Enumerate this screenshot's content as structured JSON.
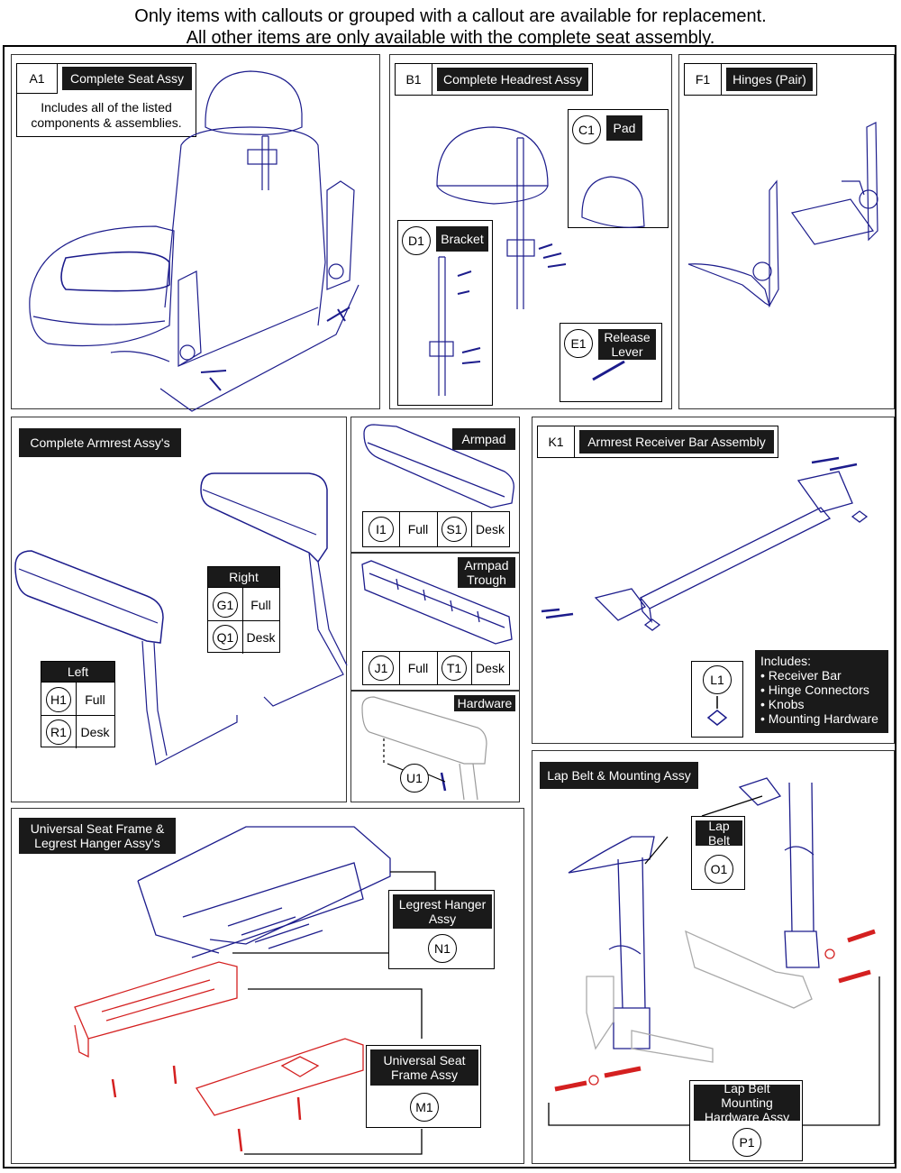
{
  "header": {
    "line1": "Only items with callouts or grouped with a callout are available for replacement.",
    "line2": "All other items are only available with the complete seat assembly."
  },
  "colors": {
    "line_art": "#1c1c8c",
    "highlight": "#d42020",
    "label_bg": "#1a1a1a"
  },
  "panels": {
    "a1": {
      "code": "A1",
      "label": "Complete Seat Assy",
      "note": "Includes all of the listed components & assemblies."
    },
    "b1": {
      "code": "B1",
      "label": "Complete Headrest Assy",
      "c1": {
        "code": "C1",
        "label": "Pad"
      },
      "d1": {
        "code": "D1",
        "label": "Bracket"
      },
      "e1": {
        "code": "E1",
        "label": "Release Lever"
      }
    },
    "f1": {
      "code": "F1",
      "label": "Hinges (Pair)"
    },
    "armrest": {
      "label": "Complete Armrest Assy's",
      "right": {
        "title": "Right",
        "rows": [
          {
            "code": "G1",
            "type": "Full"
          },
          {
            "code": "Q1",
            "type": "Desk"
          }
        ]
      },
      "left": {
        "title": "Left",
        "rows": [
          {
            "code": "H1",
            "type": "Full"
          },
          {
            "code": "R1",
            "type": "Desk"
          }
        ]
      }
    },
    "armpad": {
      "label": "Armpad",
      "options": [
        {
          "code": "I1",
          "type": "Full"
        },
        {
          "code": "S1",
          "type": "Desk"
        }
      ]
    },
    "trough": {
      "label": "Armpad Trough",
      "options": [
        {
          "code": "J1",
          "type": "Full"
        },
        {
          "code": "T1",
          "type": "Desk"
        }
      ]
    },
    "hardware": {
      "label": "Hardware",
      "code": "U1"
    },
    "k1": {
      "code": "K1",
      "label": "Armrest Receiver Bar Assembly",
      "l1": "L1",
      "includes_title": "Includes:",
      "includes": [
        "• Receiver Bar",
        "• Hinge Connectors",
        "• Knobs",
        "• Mounting Hardware"
      ]
    },
    "frame": {
      "label": "Universal Seat Frame & Legrest Hanger Assy's",
      "n1": {
        "code": "N1",
        "label": "Legrest Hanger Assy"
      },
      "m1": {
        "code": "M1",
        "label": "Universal Seat Frame Assy"
      }
    },
    "lapbelt": {
      "label": "Lap Belt & Mounting Assy",
      "o1": {
        "code": "O1",
        "label": "Lap Belt"
      },
      "p1": {
        "code": "P1",
        "label": "Lap Belt Mounting Hardware Assy"
      }
    }
  }
}
